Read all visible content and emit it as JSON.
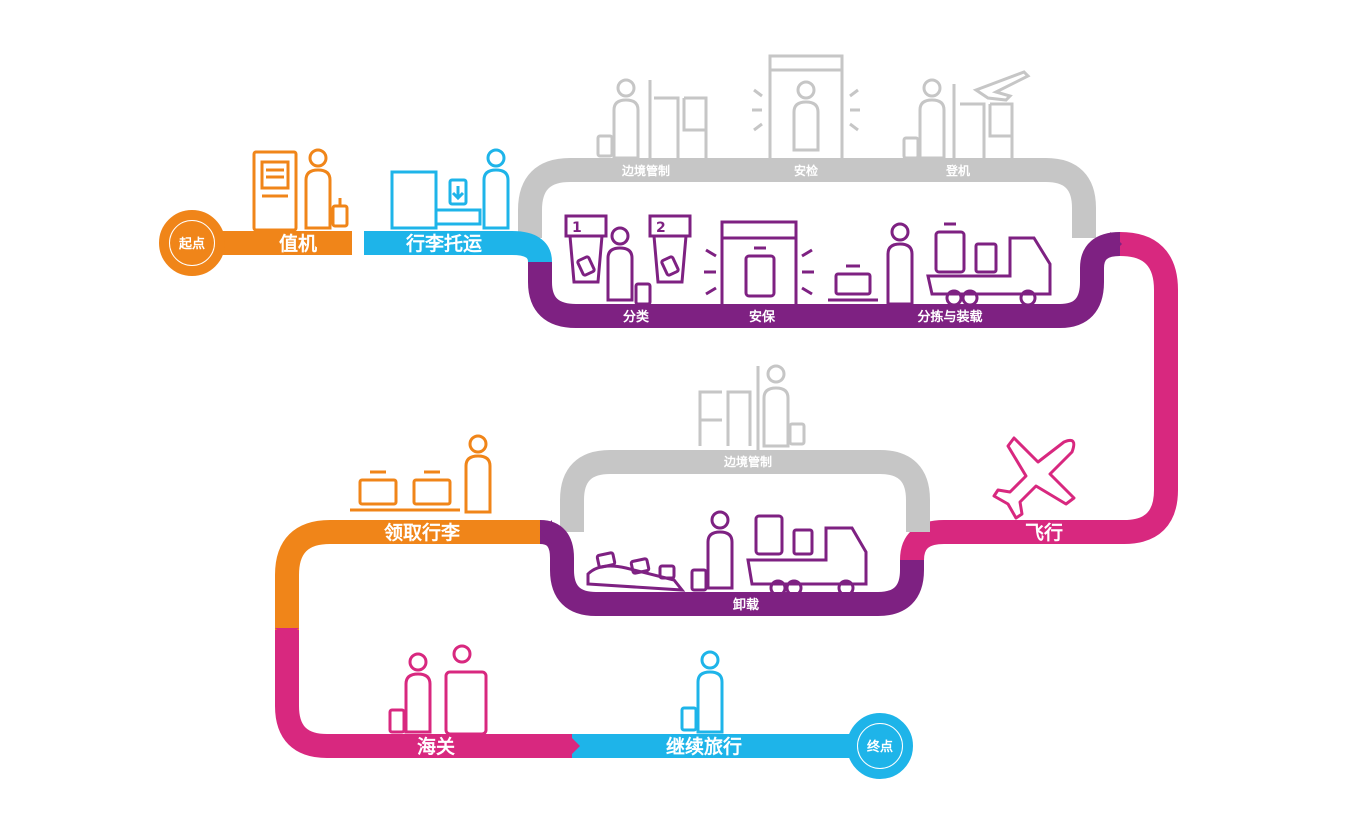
{
  "start_label": "起点",
  "end_label": "终点",
  "stages": {
    "checkin": "值机",
    "baggage_checkin": "行李托运",
    "flight": "飞行",
    "baggage_claim": "领取行李",
    "customs": "海关",
    "continue_travel": "继续旅行"
  },
  "passenger_departure": {
    "border_control": "边境管制",
    "security": "安检",
    "boarding": "登机"
  },
  "baggage_departure": {
    "sorting": "分类",
    "security": "安保",
    "sorting_loading": "分拣与装载",
    "bin_1": "1",
    "bin_2": "2"
  },
  "arrival": {
    "border_control": "边境管制",
    "unloading": "卸载"
  },
  "colors": {
    "orange": "#F08519",
    "cyan": "#1EB4E9",
    "gray": "#C6C6C6",
    "purple": "#7E2182",
    "magenta": "#D8287F"
  }
}
